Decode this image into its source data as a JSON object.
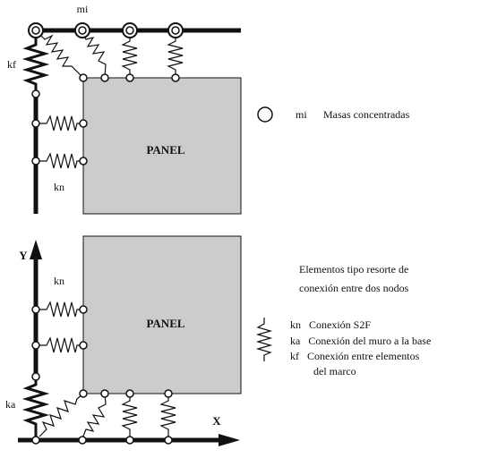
{
  "labels": {
    "mass_top": "mi",
    "kf": "kf",
    "kn_top": "kn",
    "kn_bottom": "kn",
    "ka": "ka",
    "axis_y": "Y",
    "axis_x": "X"
  },
  "panels": {
    "top": "PANEL",
    "bottom": "PANEL"
  },
  "legend": {
    "mass_symbol": "mi",
    "mass_text": "Masas concentradas",
    "spring_title_line1": "Elementos tipo resorte de",
    "spring_title_line2": "conexión entre dos nodos",
    "kn_item": "kn   Conexión S2F",
    "ka_item": "ka   Conexión del muro a la base",
    "kf_item_line1": "kf   Conexión entre elementos",
    "kf_item_line2": "del marco"
  },
  "colors": {
    "panel_fill": "#cccccc",
    "line": "#111111",
    "background": "#ffffff"
  }
}
